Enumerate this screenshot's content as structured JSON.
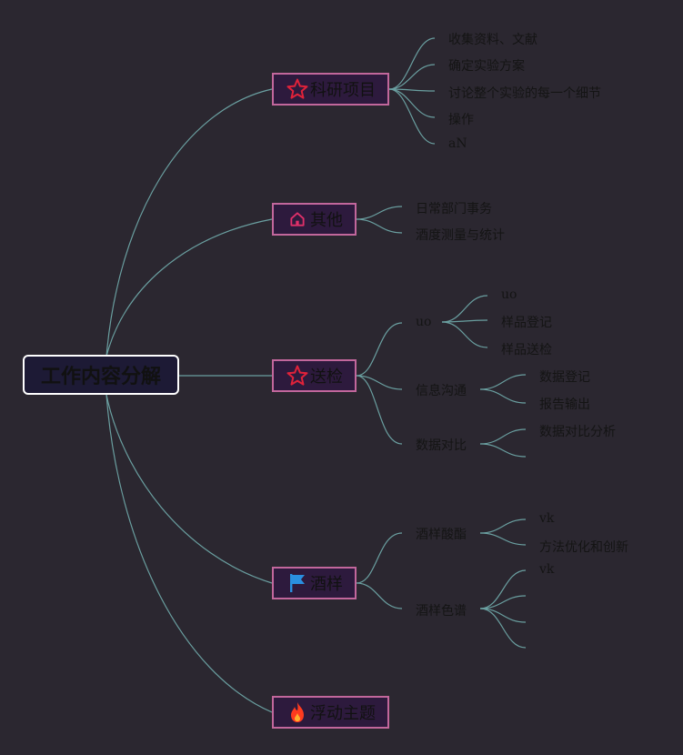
{
  "root": {
    "label": "工作内容分解"
  },
  "topics": [
    {
      "label": "科研项目",
      "icon": "star-icon"
    },
    {
      "label": "其他",
      "icon": "home-icon"
    },
    {
      "label": "送检",
      "icon": "star-icon"
    },
    {
      "label": "酒样",
      "icon": "flag-icon"
    },
    {
      "label": "浮动主题",
      "icon": "fire-icon"
    }
  ],
  "keyan": {
    "items": [
      "收集资料、文献",
      "确定实验方案",
      "讨论整个实验的每一个细节",
      "操作",
      "aN"
    ]
  },
  "qita": {
    "items": [
      "日常部门事务",
      "酒度测量与统计"
    ]
  },
  "songjian": {
    "uo": {
      "label": "uo",
      "items": [
        "uo",
        "样品登记",
        "样品送检"
      ]
    },
    "xinxi": {
      "label": "信息沟通",
      "items": [
        "数据登记",
        "报告输出"
      ]
    },
    "shuju": {
      "label": "数据对比",
      "items": [
        "数据对比分析"
      ]
    }
  },
  "jiuyang": {
    "suanzhi": {
      "label": "酒样酸酯",
      "items": [
        "vk",
        "方法优化和创新"
      ]
    },
    "sepu": {
      "label": "酒样色谱",
      "items": [
        "vk"
      ]
    }
  },
  "colors": {
    "background": "#2b2730",
    "topic_border": "#c2679c",
    "link": "#6a9fa0",
    "star": "#e0223a",
    "home": "#e0306a",
    "flag": "#2a8fe0",
    "fire": "#ff3b1f"
  }
}
